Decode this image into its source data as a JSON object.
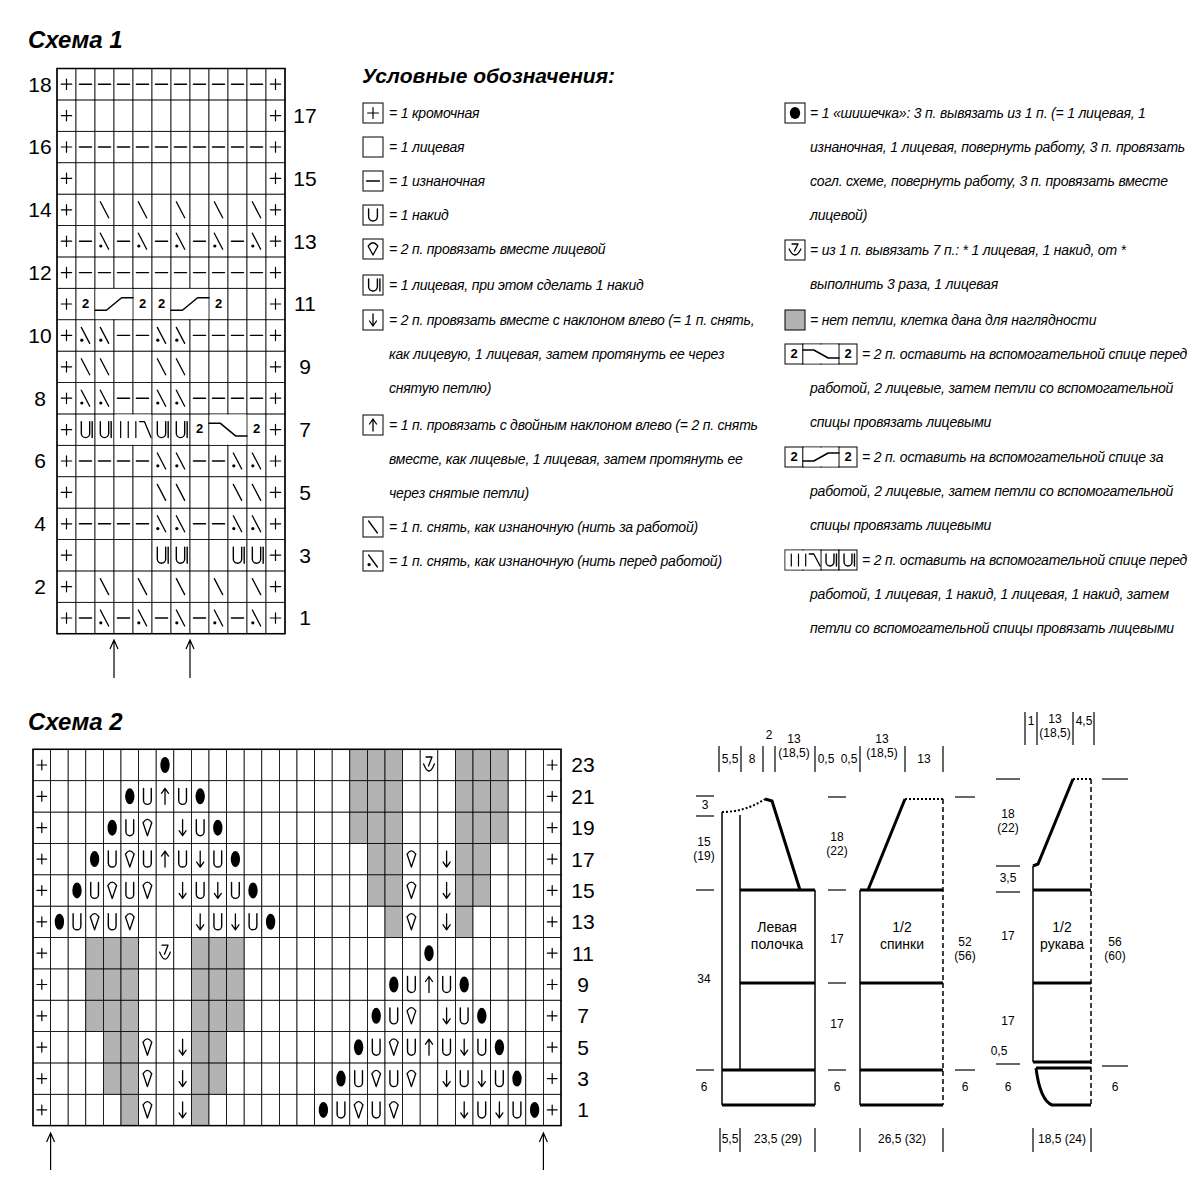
{
  "diagram": {
    "nodes": [
      {
        "text": [
          "Левая полочка"
        ]
      },
      {
        "text": [
          "1/2 спинки"
        ]
      },
      {
        "text": [
          "1/2 рукава"
        ]
      }
    ],
    "edges": [],
    "labels": [
      "Схема 1",
      "18",
      "17",
      "16",
      "15",
      "14",
      "13",
      "12",
      "11",
      "10",
      "9",
      "8",
      "7",
      "6",
      "5",
      "4",
      "3",
      "2",
      "1",
      "2",
      "2",
      "2",
      "2",
      "2",
      "2",
      "Условные обозначения:",
      "2",
      "2",
      "2",
      "2",
      "Схема 2",
      "23",
      "21",
      "19",
      "17",
      "15",
      "13",
      "11",
      "9",
      "7",
      "5",
      "3",
      "1",
      "5,5",
      "8",
      "2",
      "13 (18,5)",
      "0,5",
      "0,5",
      "13 (18,5)",
      "13",
      "1",
      "13 (18,5)",
      "4,5",
      "3",
      "15 (19)",
      "34",
      "6",
      "18 (22)",
      "17",
      "17",
      "6",
      "52 (56)",
      "6",
      "18 (22)",
      "3,5",
      "17",
      "17",
      "0,5",
      "6",
      "56 (60)",
      "6",
      "5,5",
      "23,5 (29)",
      "26,5 (32)",
      "18,5 (24)"
    ],
    "legend": [
      {
        "text": "= 1 кромочная"
      },
      {
        "text": "= 1 лицевая"
      },
      {
        "text": "= 1 изнаночная"
      },
      {
        "text": "= 1 накид"
      },
      {
        "text": "= 2 п. провязать вместе лицевой"
      },
      {
        "text": "= 1 лицевая, при этом сделать 1 накид"
      },
      {
        "text": "= 2 п. провязать вместе с наклоном влево (= 1 п. снять, как лицевую, 1 лицевая, затем протянуть ее через снятую петлю)"
      },
      {
        "text": "= 1 п. провязать с двойным наклоном влево (= 2 п. снять вместе, как лицевые, 1 лицевая, затем протянуть ее через снятые петли)"
      },
      {
        "text": "= 1 п. снять, как изнаночную (нить за работой)"
      },
      {
        "text": "= 1 п. снять, как изнаночную (нить перед работой)"
      },
      {
        "text": "= 1 «шишечка»: 3 п. вывязать из 1 п. (= 1 лицевая, 1 изнаночная, 1 лицевая, повернуть работу, 3 п. провязать согл. схеме, повернуть работу, 3 п. провязать вместе лицевой)"
      },
      {
        "text": "= из 1 п. вывязать 7 п.: * 1 лицевая, 1 накид, от * выполнить 3 раза, 1 лицевая"
      },
      {
        "text": "= нет петли, клетка дана для наглядности",
        "color": "#b3b3b3"
      },
      {
        "text": "= 2 п. оставить на вспомогательной спице перед работой, 2 лицевые, затем петли со вспомогательной спицы провязать лицевыми"
      },
      {
        "text": "= 2 п. оставить на вспомогательной спице за работой, 2 лицевые, затем петли со вспомогательной спицы провязать лицевыми"
      },
      {
        "text": "= 2 п. оставить на вспомогательной спице перед работой, 1 лицевая, 1 накид, 1 лицевая, 1 накид, затем петли со вспомогательной спицы провязать лицевыми"
      }
    ]
  }
}
